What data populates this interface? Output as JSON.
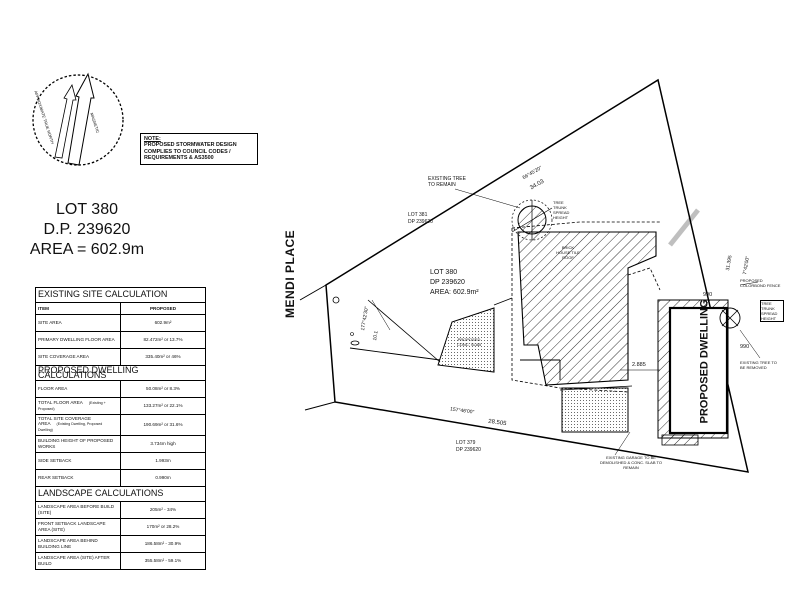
{
  "north_arrow": {
    "approx_label": "APPROXIMATE TRUE NORTH",
    "magnetic_label": "MAGNETIC"
  },
  "note": {
    "title": "NOTE:",
    "text": "PROPOSED STORMWATER DESIGN COMPLIES TO COUNCIL CODES / REQUIREMENTS & AS3500"
  },
  "lot_info": {
    "line1": "LOT 380",
    "line2": "D.P. 239620",
    "line3": "AREA = 602.9m"
  },
  "calc": {
    "existing_title": "EXISTING SITE CALCULATION",
    "col_item": "ITEM",
    "col_proposed": "PROPOSED",
    "existing_rows": [
      {
        "item": "SITE AREA",
        "value": "602.9m²"
      },
      {
        "item": "PRIMARY DWELLING FLOOR AREA",
        "value": "82.472m² or 13.7%"
      },
      {
        "item": "SITE COVERAGE AREA",
        "value": "335.40m² or 46%"
      }
    ],
    "proposed_title": "PROPOSED DWELLING CALCULATIONS",
    "proposed_rows": [
      {
        "item": "FLOOR AREA",
        "value": "50.08m² or 8.3%"
      },
      {
        "item": "TOTAL FLOOR AREA",
        "note": "(Existing + Proposed)",
        "value": "133.27m² or 22.1%"
      },
      {
        "item": "TOTAL SITE COVERAGE AREA",
        "note": "(Existing Dwelling, Proposed Dwelling)",
        "value": "190.69m² or 31.6%"
      },
      {
        "item": "BUILDING HEIGHT OF PROPOSED WORKS",
        "value": "3.734m high"
      },
      {
        "item": "SIDE SETBACK",
        "value": "1.993m"
      },
      {
        "item": "REAR SETBACK",
        "value": "0.990m"
      }
    ],
    "landscape_title": "LANDSCAPE CALCULATIONS",
    "landscape_rows": [
      {
        "item": "LANDSCAPE AREA BEFORE BUILD (SITE)",
        "value": "205m² - 34%"
      },
      {
        "item": "FRONT SETBACK LANDSCAPE AREA (SITE)",
        "value": "170m² or 28.2%"
      },
      {
        "item": "LANDSCAPE AREA BEHIND BUILDING LINE",
        "value": "186.58m² - 30.9%"
      },
      {
        "item": "LANDSCAPE AREA (SITE) AFTER BUILD",
        "value": "355.58m² - 59.1%"
      }
    ]
  },
  "plan": {
    "road": "MENDI PLACE",
    "lot380": {
      "line1": "LOT 380",
      "line2": "DP 239620",
      "line3": "AREA: 602.9m²"
    },
    "lot381": {
      "line1": "LOT 381",
      "line2": "DP 239620"
    },
    "lot379": {
      "line1": "LOT 379",
      "line2": "DP 239620"
    },
    "existing_tree": "EXISTING TREE TO REMAIN",
    "tree_spread_1": "TREE TRUNK SPREAD HEIGHT",
    "tree_spread_2": "TREE TRUNK SPREAD HEIGHT",
    "brick_house": "BRICK HOUSE TILE ROOF",
    "conc_slab": "PROPOSED CONC. SLAB",
    "colorbond": "PROPOSED COLORBOND FENCE",
    "tree_remove": "EXISTING TREE TO BE REMOVED",
    "garage_note": "EXISTING GARAGE TO BE DEMOLISHED & CONC. SLAB TO REMAIN",
    "dwelling": "PROPOSED DWELLING",
    "dim_top": "34.03",
    "dim_bottom": "28.505",
    "dim_front": "10.1",
    "dim_2885": "2.885",
    "dim_990a": "990",
    "dim_990b": "990",
    "dim_3139": "31.395",
    "bearing_top": "66°45'20\"",
    "bearing_bottom": "157°46'00\"",
    "bearing_front": "177°42'30\"",
    "bearing_right": "7°42'00\""
  }
}
